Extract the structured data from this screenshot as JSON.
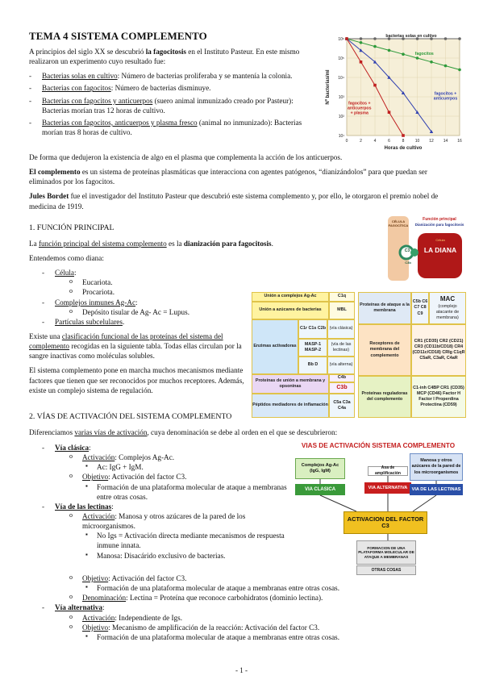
{
  "title": "TEMA 4 SISTEMA COMPLEMENTO",
  "intro": {
    "p1_a": "A principios del siglo XX se descubrió ",
    "p1_b": "la fagocitosis",
    "p1_c": " en el Instituto Pasteur. En este mismo realizaron un experimento cuyo resultado fue:",
    "items": [
      {
        "u": "Bacterias solas en cultivo",
        "t": ": Número de bacterias proliferaba y se mantenía la colonia."
      },
      {
        "u": "Bacterias con fagocitos",
        "t": ": Número de bacterias disminuye."
      },
      {
        "u": "Bacterias con fagocitos y anticuerpos",
        "t": " (suero animal inmunizado creado por Pasteur): Bacterias morían tras 12 horas de cultivo."
      },
      {
        "u": "Bacterias con fagocitos, anticuerpos y plasma fresco",
        "t": " (animal no inmunizado): Bacterias morían tras 8 horas de cultivo."
      }
    ],
    "p2": "De forma que dedujeron la existencia de algo en el plasma que complementa la acción de los anticuerpos.",
    "p3_b": "El complemento",
    "p3_t": " es un sistema de proteínas plasmáticas que interacciona con agentes patógenos, “dianizándolos” para que puedan ser eliminados por los fagocitos.",
    "p4_b": "Jules Bordet",
    "p4_t": " fue el investigador del Instituto Pasteur que descubrió este sistema complemento y, por ello, le otorgaron el premio nobel de medicina de 1919."
  },
  "chart_data": {
    "type": "line",
    "xlabel": "Horas de cultivo",
    "ylabel": "Nº bacterias/ml",
    "x_ticks": [
      "0",
      "2",
      "4",
      "6",
      "8",
      "10",
      "12",
      "14",
      "16"
    ],
    "y_ticks": [
      "10⁶",
      "10⁵",
      "10⁴",
      "10³",
      "10²",
      "10¹"
    ],
    "series": [
      {
        "name": "bacterias solas en cultivo",
        "color": "#666666",
        "x": [
          0,
          2,
          4,
          6,
          8,
          10,
          12,
          14,
          16
        ],
        "y": [
          6,
          6,
          6,
          6,
          6,
          6,
          6,
          6,
          6
        ]
      },
      {
        "name": "fagocitos",
        "color": "#2e9a3a",
        "x": [
          0,
          2,
          4,
          6,
          8,
          10,
          12,
          14,
          16
        ],
        "y": [
          6,
          5.8,
          5.6,
          5.4,
          5.2,
          5.0,
          4.8,
          4.6,
          4.4
        ]
      },
      {
        "name": "fagocitos + anticuerpos",
        "color": "#3040b0",
        "x": [
          0,
          2,
          4,
          6,
          8,
          10,
          12
        ],
        "y": [
          6,
          5.4,
          4.8,
          4.0,
          3.2,
          2.2,
          1.2
        ]
      },
      {
        "name": "fagocitos + anticuerpos + plasma",
        "color": "#c02020",
        "x": [
          0,
          2,
          4,
          6,
          8
        ],
        "y": [
          6,
          4.8,
          3.6,
          2.2,
          1.0
        ]
      }
    ],
    "xlim": [
      0,
      16
    ],
    "ylim": [
      1,
      6
    ]
  },
  "sec1": {
    "heading": "1. FUNCIÓN PRINCIPAL",
    "p1_a": "La ",
    "p1_u": "función principal del sistema complemento",
    "p1_b": " es la ",
    "p1_bold": "dianización para fagocitosis",
    "p1_c": ".",
    "p2": "Entendemos como diana:",
    "celula": "Célula",
    "eucariota": "Eucariota.",
    "procariota": "Procariota.",
    "complejos": "Complejos inmunes Ag-Ac",
    "deposito": "Depósito tisular de Ag- Ac = Lupus.",
    "particulas": "Partículas subcelulares",
    "p3_a": "Existe una ",
    "p3_u": "clasificación funcional de las proteínas del sistema del complemento",
    "p3_b": " recogidas en la siguiente tabla. Todas ellas circulan por la sangre inactivas como moléculas solubles.",
    "p4": "El sistema complemento pone en marcha muchos mecanismos mediante factores que tienen que ser reconocidos por muchos receptores. Además, existe un complejo sistema de regulación."
  },
  "diag": {
    "celula": "CÉLULA FAGOCÍTICA",
    "funcion": "Función principal",
    "dian": "Dianización para fagocitosis",
    "dentro": "Célula",
    "diana": "LA DIANA",
    "c3": "C3",
    "c3b": "C3b"
  },
  "table": {
    "r1a": "Unión a complejos Ag-Ac",
    "r1b": "C1q",
    "r2a": "Unión a azúcares de bacterias",
    "r2b": "MBL",
    "enz": "Enzimas activadoras",
    "c1": "C1r C1s C2b",
    "c1v": "(vía clásica)",
    "masp": "MASP-1 MASP-2",
    "maspv": "(vía de las lectinas)",
    "bb": "Bb D",
    "bbv": "(vía alterna)",
    "opson": "Proteínas de unión a membrana y opsoninas",
    "c4b": "C4b",
    "c3b": "C3b",
    "pept": "Péptidos mediadores de inflamación",
    "c5a": "C5a C3a C4a",
    "ataque": "Proteínas de ataque a la membrana",
    "c5b": "C5b C6 C7 C8 C9",
    "mac": "MAC",
    "macd": "(complejo atacante de membrana)",
    "recep": "Receptores de membrana del complemento",
    "cr": "CR1 (CD35) CR2 (CD21) CR3 (CD11b/CD18) CR4 (CD11c/CD18) CRIg C1qR C5aR, C3aR, C4aR",
    "regul": "Proteínas reguladoras del complemento",
    "reg": "C1-inh C4BP CR1 (CD35) MCP (CD46) Factor H Factor I Properdina Protectina (CD59)"
  },
  "sec2": {
    "heading": "2. VÍAS DE ACTIVACIÓN DEL SISTEMA COMPLEMENTO",
    "p1_a": "Diferenciamos ",
    "p1_u": "varias vías de activación",
    "p1_b": ", cuya denominación se debe al orden en el que se descubrieron:",
    "clasica": "Vía clásica",
    "act_l": "Activación",
    "act_clasica": ": Complejos Ag-Ac.",
    "ac": "Ac: IgG + IgM.",
    "obj_l": "Objetivo",
    "obj": ": Activación del factor C3.",
    "forma": "Formación de una plataforma molecular de ataque a membranas entre otras cosas.",
    "lectinas": "Vía de las lectinas",
    "act_lect": ": Manosa y otros azúcares de la pared de los microorganismos.",
    "noigs": "No Igs = Activación directa mediante mecanismos de respuesta inmune innata.",
    "manosa": "Manosa: Disacárido exclusivo de bacterias.",
    "forma2": "Formación de una plataforma molecular de ataque a membranas entre otras cosas.",
    "denom_l": "Denominación",
    "denom": ": Lectina = Proteína que reconoce carbohidratos (dominio lectina).",
    "alternativa": "Vía alternativa",
    "act_alt": ": Independiente de Igs.",
    "obj_alt": ": Mecanismo de amplificación de la reacción: Activación del factor C3.",
    "forma3": "Formación de una plataforma molecular de ataque a membranas entre otras cosas."
  },
  "act": {
    "title": "VIAS DE ACTIVACIÓN SISTEMA COMPLEMENTO",
    "complejos": "Complejos Ag-Ac (IgG, IgM)",
    "asa": "Asa de amplificación",
    "manosa": "Manosa y otros azúcares de la pared de los microorganismos",
    "clasica": "VIA CLASICA",
    "alternativa": "VIA ALTERNATIVA",
    "lectinas": "VIA DE LAS LECTINAS",
    "activ": "ACTIVACION DEL FACTOR C3",
    "formacion": "FORMACION DE UNA PLATAFORMA MOLECULAR DE ATAQUE A MEMBRANAS",
    "otras": "OTRAS COSAS"
  },
  "footer": "- 1 -"
}
